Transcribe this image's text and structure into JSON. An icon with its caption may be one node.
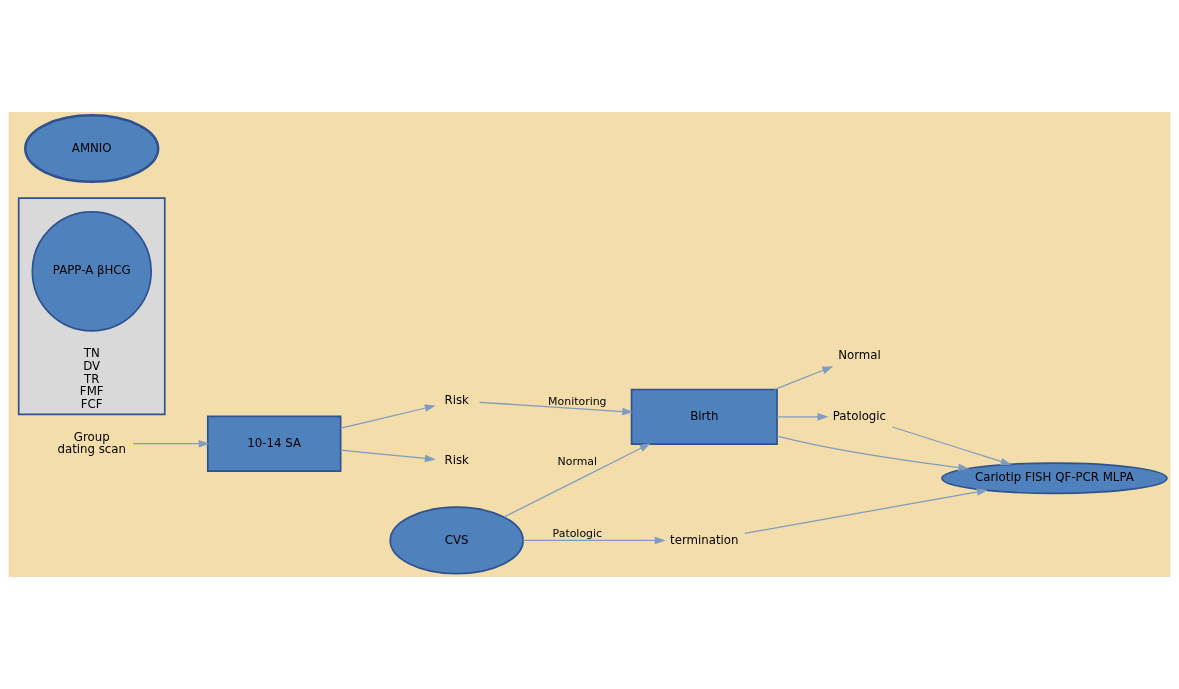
{
  "diagram": {
    "nodes": [
      {
        "text": [
          "Group",
          "dating scan"
        ]
      },
      {
        "text": [
          "10-14 SA"
        ]
      },
      {
        "text": [
          "TN",
          "DV",
          "TR",
          "FMF",
          "FCF"
        ]
      },
      {
        "text": [
          "PAPP-A βHCG"
        ],
        "in": 2
      },
      {
        "text": [
          "Risk"
        ]
      },
      {
        "text": [
          "Risk"
        ]
      },
      {
        "text": [
          "AMNIO"
        ]
      },
      {
        "text": [
          "CVS"
        ]
      },
      {
        "text": [
          "Birth"
        ]
      },
      {
        "text": [
          "Normal"
        ]
      },
      {
        "text": [
          "Patologic"
        ]
      },
      {
        "text": [
          "Cariotip FISH QF-PCR MLPA"
        ]
      },
      {
        "text": [
          "termination"
        ]
      }
    ],
    "edges": [
      {
        "from": 0,
        "to": 1,
        "arrow": "to"
      },
      {
        "from": 1,
        "to": 4,
        "arrow": "to"
      },
      {
        "from": 1,
        "to": 5,
        "arrow": "to"
      },
      {
        "from": 4,
        "to": 8,
        "arrow": "to",
        "label": "Monitoring"
      },
      {
        "from": 7,
        "to": 8,
        "arrow": "to",
        "label": "Normal"
      },
      {
        "from": 7,
        "to": 12,
        "arrow": "to",
        "label": "Patologic"
      },
      {
        "from": 8,
        "to": 9,
        "arrow": "to"
      },
      {
        "from": 8,
        "to": 10,
        "arrow": "to"
      },
      {
        "from": 8,
        "to": 11,
        "arrow": "to"
      },
      {
        "from": 10,
        "to": 11,
        "arrow": "to"
      },
      {
        "from": 12,
        "to": 11,
        "arrow": "to"
      }
    ]
  }
}
